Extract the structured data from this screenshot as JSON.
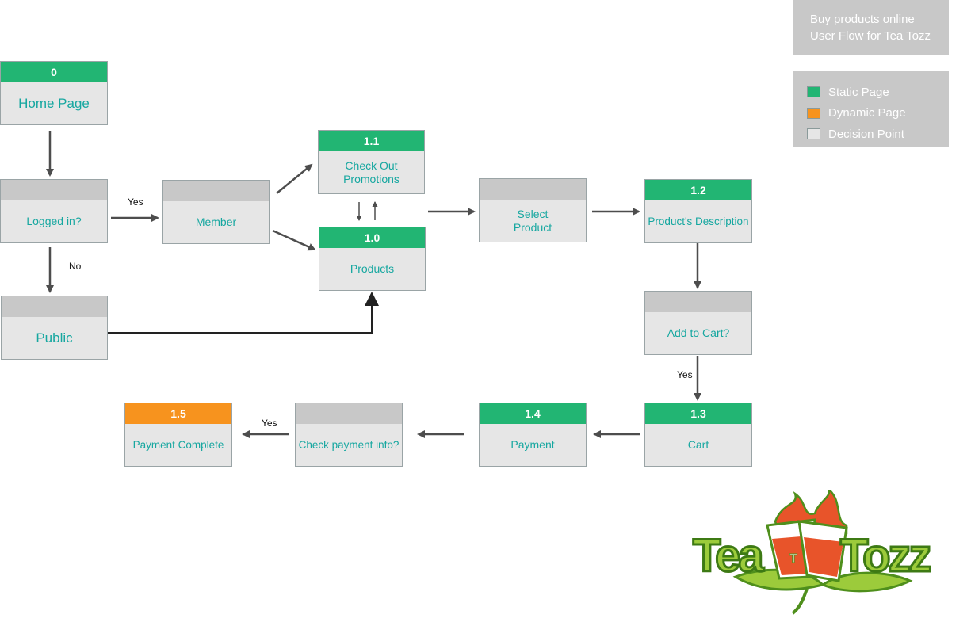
{
  "header": {
    "title_line1": "Buy products online",
    "title_line2": "User Flow for Tea Tozz"
  },
  "legend": [
    {
      "label": "Static Page",
      "color": "#22b573"
    },
    {
      "label": "Dynamic Page",
      "color": "#f7931e"
    },
    {
      "label": "Decision Point",
      "color": "#e6e6e6"
    }
  ],
  "nodes": {
    "home": {
      "number": "0",
      "label": "Home Page",
      "kind": "static"
    },
    "logged_in": {
      "number": "",
      "label": "Logged in?",
      "kind": "decision"
    },
    "member": {
      "number": "",
      "label": "Member",
      "kind": "decision"
    },
    "public": {
      "number": "",
      "label": "Public",
      "kind": "decision"
    },
    "promotions": {
      "number": "1.1",
      "label": "Check Out Promotions",
      "kind": "static"
    },
    "products": {
      "number": "1.0",
      "label": "Products",
      "kind": "static"
    },
    "select_product": {
      "number": "",
      "label": "Select Product",
      "kind": "decision"
    },
    "description": {
      "number": "1.2",
      "label": "Product's Description",
      "kind": "static"
    },
    "add_to_cart": {
      "number": "",
      "label": "Add to Cart?",
      "kind": "decision"
    },
    "cart": {
      "number": "1.3",
      "label": "Cart",
      "kind": "static"
    },
    "payment": {
      "number": "1.4",
      "label": "Payment",
      "kind": "static"
    },
    "check_payment": {
      "number": "",
      "label": "Check payment info?",
      "kind": "decision"
    },
    "payment_complete": {
      "number": "1.5",
      "label": "Payment Complete",
      "kind": "dynamic"
    }
  },
  "edge_labels": {
    "yes_member": "Yes",
    "no_public": "No",
    "yes_cart": "Yes",
    "yes_complete": "Yes"
  },
  "logo": {
    "text_left": "Tea",
    "text_right": "Tozz",
    "cup_mark": "T"
  }
}
